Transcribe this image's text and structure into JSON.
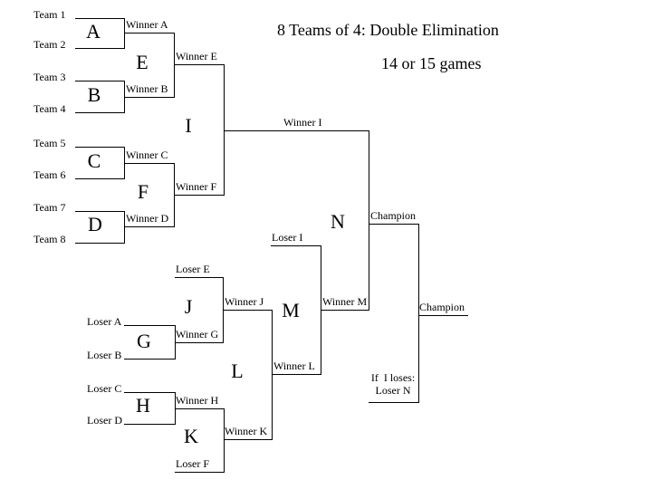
{
  "title": "8 Teams of 4: Double Elimination",
  "subtitle": "14 or 15 games",
  "teams": [
    "Team 1",
    "Team 2",
    "Team 3",
    "Team 4",
    "Team 5",
    "Team 6",
    "Team 7",
    "Team 8"
  ],
  "letters": {
    "a": "A",
    "b": "B",
    "c": "C",
    "d": "D",
    "e": "E",
    "f": "F",
    "g": "G",
    "h": "H",
    "i": "I",
    "j": "J",
    "k": "K",
    "l": "L",
    "m": "M",
    "n": "N"
  },
  "labels": {
    "winner_a": "Winner A",
    "winner_b": "Winner B",
    "winner_c": "Winner C",
    "winner_d": "Winner D",
    "winner_e": "Winner E",
    "winner_f": "Winner F",
    "winner_g": "Winner G",
    "winner_h": "Winner H",
    "winner_i": "Winner I",
    "winner_j": "Winner J",
    "winner_k": "Winner K",
    "winner_l": "Winner L",
    "winner_m": "Winner M",
    "loser_a": "Loser A",
    "loser_b": "Loser B",
    "loser_c": "Loser C",
    "loser_d": "Loser D",
    "loser_e": "Loser E",
    "loser_f": "Loser F",
    "loser_i": "Loser I",
    "champion": "Champion",
    "champion_final": "Champion",
    "if_i_loses": "If  I loses:",
    "loser_n": "Loser N"
  },
  "colors": {
    "line": "#000000",
    "text": "#000000",
    "background": "#ffffff"
  }
}
